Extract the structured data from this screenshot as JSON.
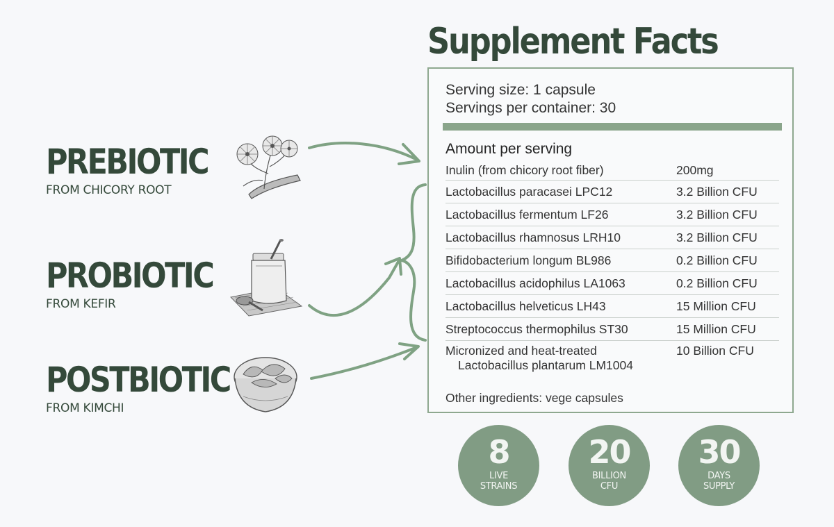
{
  "biotics": [
    {
      "name": "PREBIOTIC",
      "source": "FROM CHICORY ROOT",
      "illustration": "chicory-flower-illustration"
    },
    {
      "name": "PROBIOTIC",
      "source": "FROM KEFIR",
      "illustration": "kefir-jar-illustration"
    },
    {
      "name": "POSTBIOTIC",
      "source": "FROM KIMCHI",
      "illustration": "kimchi-bowl-illustration"
    }
  ],
  "facts": {
    "title": "Supplement Facts",
    "serving_size": "Serving size: 1 capsule",
    "servings_per_container": "Servings per container: 30",
    "amount_header": "Amount per serving",
    "rows": [
      {
        "ingredient": "Inulin (from chicory root fiber)",
        "amount": "200mg"
      },
      {
        "ingredient": "Lactobacillus paracasei LPC12",
        "amount": "3.2 Billion CFU"
      },
      {
        "ingredient": "Lactobacillus fermentum LF26",
        "amount": "3.2 Billion CFU"
      },
      {
        "ingredient": "Lactobacillus rhamnosus LRH10",
        "amount": "3.2 Billion CFU"
      },
      {
        "ingredient": "Bifidobacterium longum BL986",
        "amount": "0.2 Billion CFU"
      },
      {
        "ingredient": "Lactobacillus acidophilus LA1063",
        "amount": "0.2 Billion CFU"
      },
      {
        "ingredient": "Lactobacillus helveticus LH43",
        "amount": "15 Million CFU"
      },
      {
        "ingredient": "Streptococcus thermophilus ST30",
        "amount": "15 Million CFU"
      }
    ],
    "last_row": {
      "line1": "Micronized and heat-treated",
      "line2": "Lactobacillus plantarum LM1004",
      "amount": "10 Billion CFU"
    },
    "other": "Other ingredients: vege capsules"
  },
  "badges": [
    {
      "number": "8",
      "line1": "LIVE",
      "line2": "STRAINS"
    },
    {
      "number": "20",
      "line1": "BILLION",
      "line2": "CFU"
    },
    {
      "number": "30",
      "line1": "DAYS",
      "line2": "SUPPLY"
    }
  ],
  "colors": {
    "dark_green": "#34493a",
    "sage": "#8aa58b",
    "badge": "#819c84",
    "background": "#f7f8fa"
  }
}
